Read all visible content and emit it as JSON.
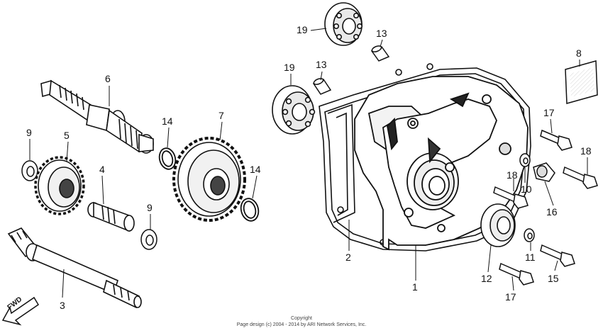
{
  "callouts": [
    {
      "id": "c19a",
      "label": "19"
    },
    {
      "id": "c13a",
      "label": "13"
    },
    {
      "id": "c19b",
      "label": "19"
    },
    {
      "id": "c13b",
      "label": "13"
    },
    {
      "id": "c8",
      "label": "8"
    },
    {
      "id": "c6",
      "label": "6"
    },
    {
      "id": "c7",
      "label": "7"
    },
    {
      "id": "c14a",
      "label": "14"
    },
    {
      "id": "c9a",
      "label": "9"
    },
    {
      "id": "c5",
      "label": "5"
    },
    {
      "id": "c4",
      "label": "4"
    },
    {
      "id": "c14b",
      "label": "14"
    },
    {
      "id": "c9b",
      "label": "9"
    },
    {
      "id": "c3",
      "label": "3"
    },
    {
      "id": "c2",
      "label": "2"
    },
    {
      "id": "c1",
      "label": "1"
    },
    {
      "id": "c17a",
      "label": "17"
    },
    {
      "id": "c18a",
      "label": "18"
    },
    {
      "id": "c18b",
      "label": "18"
    },
    {
      "id": "c10",
      "label": "10"
    },
    {
      "id": "c16",
      "label": "16"
    },
    {
      "id": "c12",
      "label": "12"
    },
    {
      "id": "c11",
      "label": "11"
    },
    {
      "id": "c15",
      "label": "15"
    },
    {
      "id": "c17b",
      "label": "17"
    }
  ],
  "fwd_label": "FWD",
  "copyright": {
    "line1": "Copyright",
    "line2": "Page design (c) 2004 - 2014 by ARI Network Services, Inc."
  }
}
